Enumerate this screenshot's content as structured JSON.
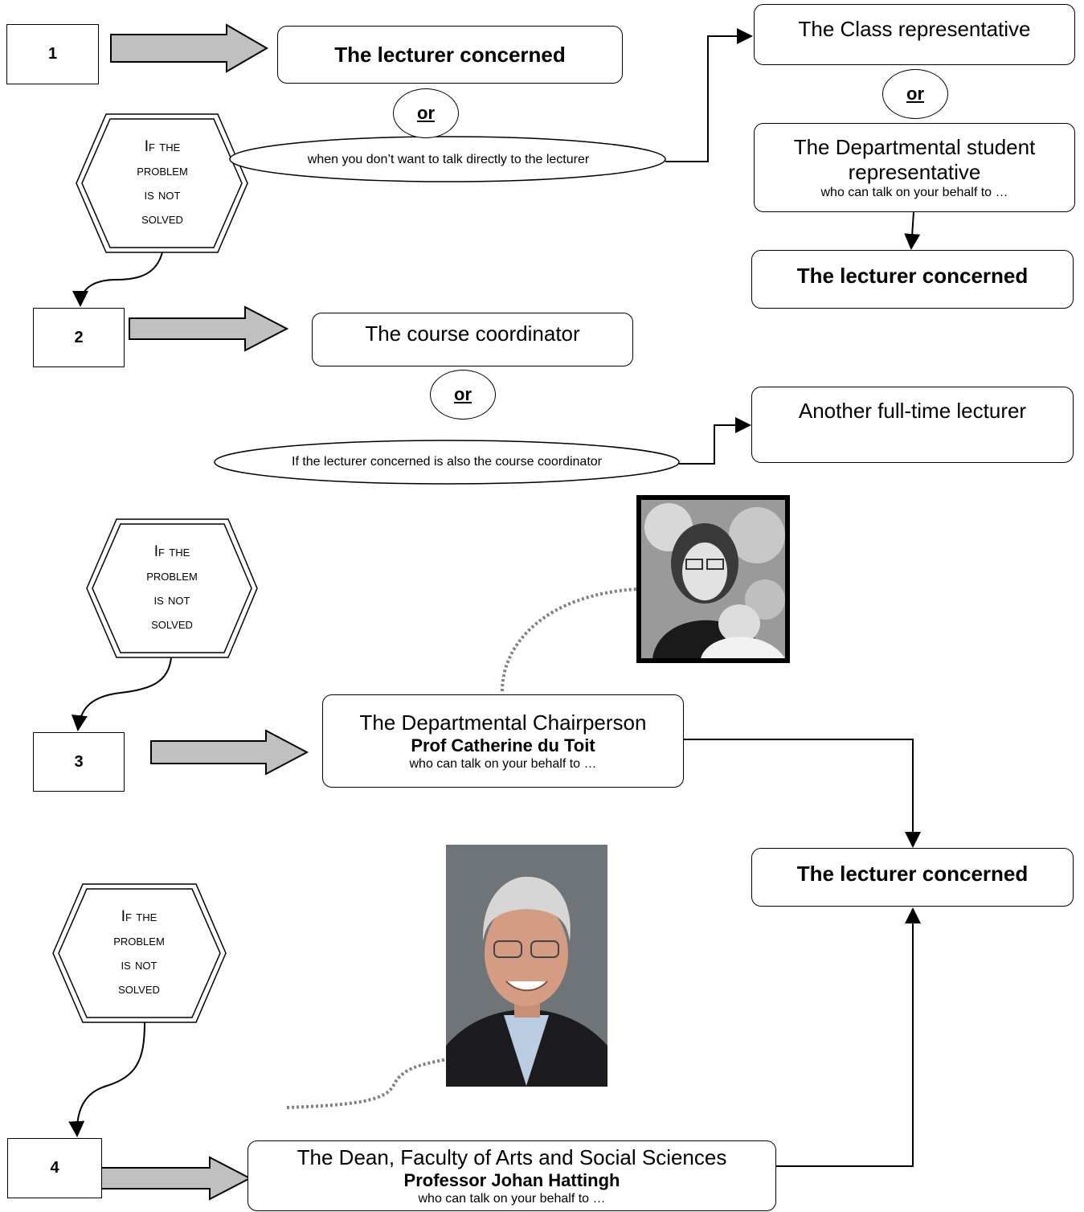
{
  "steps": [
    "1",
    "2",
    "3",
    "4"
  ],
  "or_label": "or",
  "hexagon_label": "If the problem is not solved",
  "hexagon_lines": [
    "If the",
    "problem",
    "is not",
    "solved"
  ],
  "step1": {
    "main": "The lecturer concerned",
    "oval_note": "when you don’t want to talk directly to the lecturer",
    "class_rep": "The Class representative",
    "dept_rep_line1": "The Departmental student",
    "dept_rep_line2": "representative",
    "dept_rep_sub": "who can talk on your behalf to …",
    "lecturer_again": "The lecturer concerned"
  },
  "step2": {
    "main": "The course coordinator",
    "oval_note": "If the lecturer concerned is also the course coordinator",
    "alternative": "Another full-time lecturer"
  },
  "step3": {
    "title": "The Departmental Chairperson",
    "name": "Prof Catherine du Toit",
    "sub": "who can talk on your behalf to …",
    "target": "The lecturer concerned"
  },
  "step4": {
    "title": "The Dean, Faculty of Arts and Social Sciences",
    "name": "Professor Johan Hattingh",
    "sub": "who can talk on your behalf to …"
  },
  "colors": {
    "arrow_fill": "#c0c0c0",
    "line": "#000000",
    "dotted": "#808080"
  }
}
